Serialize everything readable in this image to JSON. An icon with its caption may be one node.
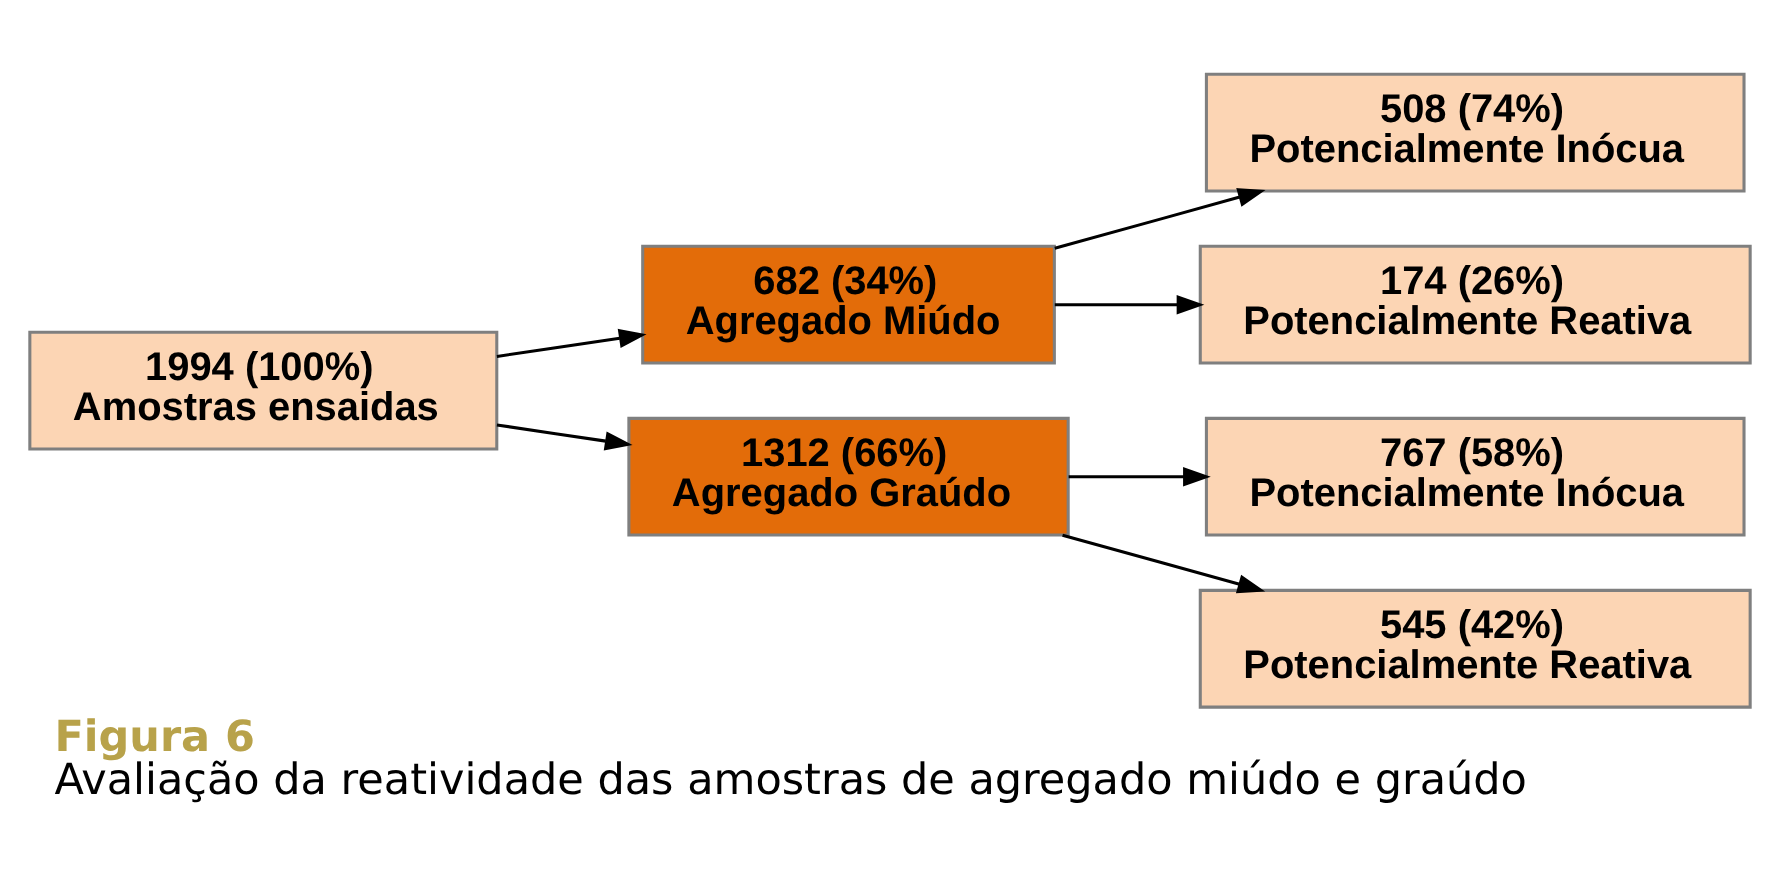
{
  "diagram": {
    "title": "Figura 6",
    "caption": "Avaliação da reatividade das amostras de agregado miúdo e graúdo",
    "nodes": [
      {
        "text": [
          "1994 (100%)",
          "Amostras ensaidas"
        ]
      },
      {
        "text": [
          "682 (34%)",
          "Agregado Miúdo"
        ]
      },
      {
        "text": [
          "1312 (66%)",
          "Agregado Graúdo"
        ]
      },
      {
        "text": [
          "508 (74%)",
          "Potencialmente Inócua"
        ]
      },
      {
        "text": [
          "174 (26%)",
          "Potencialmente Reativa"
        ]
      },
      {
        "text": [
          "767 (58%)",
          "Potencialmente Inócua"
        ]
      },
      {
        "text": [
          "545 (42%)",
          "Potencialmente Reativa"
        ]
      }
    ],
    "edges": [
      {
        "from": 0,
        "to": 1,
        "arrow": "to"
      },
      {
        "from": 0,
        "to": 2,
        "arrow": "to"
      },
      {
        "from": 1,
        "to": 3,
        "arrow": "to"
      },
      {
        "from": 1,
        "to": 4,
        "arrow": "to"
      },
      {
        "from": 2,
        "to": 5,
        "arrow": "to"
      },
      {
        "from": 2,
        "to": 6,
        "arrow": "to"
      }
    ]
  }
}
